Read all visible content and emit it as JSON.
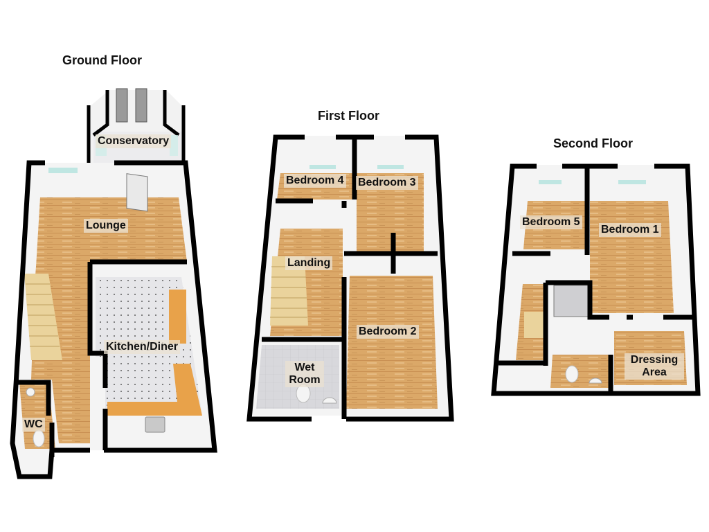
{
  "floors": [
    {
      "title": "Ground Floor",
      "rooms": [
        "Conservatory",
        "Lounge",
        "Kitchen/Diner",
        "WC"
      ]
    },
    {
      "title": "First Floor",
      "rooms": [
        "Bedroom 4",
        "Bedroom 3",
        "Landing",
        "Bedroom 2",
        "Wet Room"
      ]
    },
    {
      "title": "Second Floor",
      "rooms": [
        "Bedroom 5",
        "Bedroom 1",
        "Dressing Area"
      ]
    }
  ],
  "colors": {
    "wall": "#000000",
    "inner_wall": "#e8e8e8",
    "wood_floor": "#d9a566",
    "tile_floor": "#e4e4e6",
    "worktop": "#e8a24a",
    "window": "#bfe6e2",
    "stairs": "#e9d29a"
  }
}
